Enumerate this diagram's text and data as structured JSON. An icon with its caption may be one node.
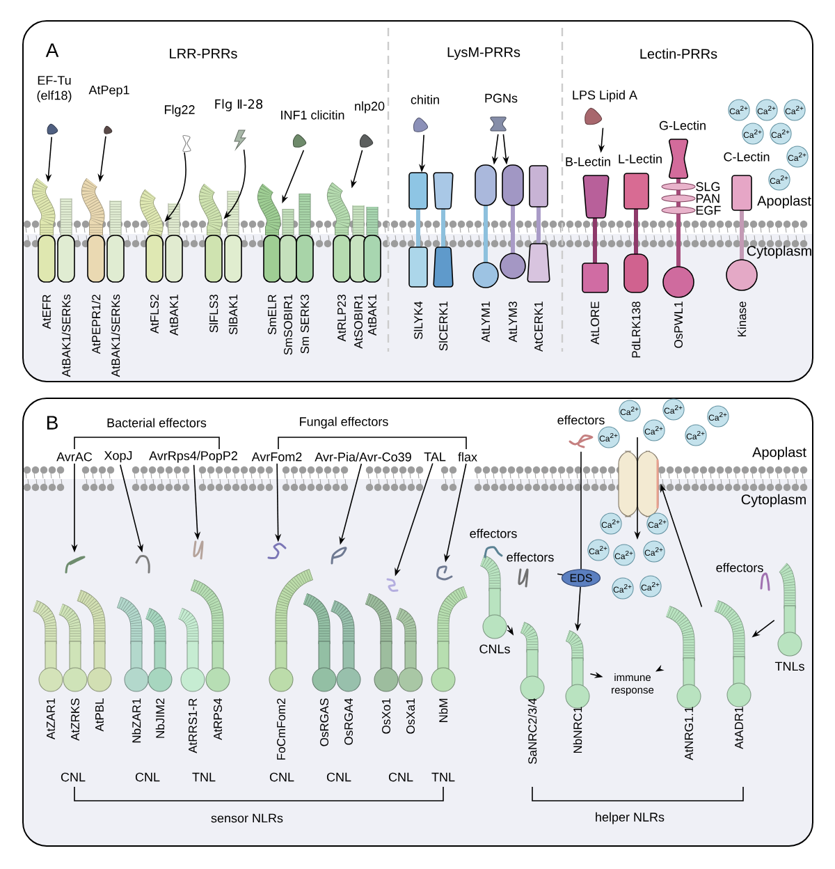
{
  "diagram": {
    "nodes": [
      {
        "text": [
          "A"
        ]
      },
      {
        "text": [
          "EF-Tu (elf18)"
        ],
        "in": 0
      },
      {
        "text": [
          "AtPep1"
        ],
        "in": 0
      },
      {
        "text": [
          "Flg22"
        ],
        "in": 0
      },
      {
        "text": [
          "Flg Ⅱ-28"
        ],
        "in": 0
      },
      {
        "text": [
          "INF1 clicitin"
        ],
        "in": 0
      },
      {
        "text": [
          "nlp20"
        ],
        "in": 0
      },
      {
        "text": [
          "chitin"
        ],
        "in": 0
      },
      {
        "text": [
          "PGNs"
        ],
        "in": 0
      },
      {
        "text": [
          "LPS Lipid A"
        ],
        "in": 0
      },
      {
        "text": [
          "AtEFR"
        ],
        "in": 0
      },
      {
        "text": [
          "AtBAK1/SERKs"
        ],
        "in": 0
      },
      {
        "text": [
          "AtPEPR1/2"
        ],
        "in": 0
      },
      {
        "text": [
          "AtBAK1/SERKs"
        ],
        "in": 0
      },
      {
        "text": [
          "AtFLS2"
        ],
        "in": 0
      },
      {
        "text": [
          "AtBAK1"
        ],
        "in": 0
      },
      {
        "text": [
          "SlFLS3"
        ],
        "in": 0
      },
      {
        "text": [
          "SlBAK1"
        ],
        "in": 0
      },
      {
        "text": [
          "SmELR"
        ],
        "in": 0
      },
      {
        "text": [
          "SmSOBIR1"
        ],
        "in": 0
      },
      {
        "text": [
          "Sm SERK3"
        ],
        "in": 0
      },
      {
        "text": [
          "AtRLP23"
        ],
        "in": 0
      },
      {
        "text": [
          "AtSOBIR1"
        ],
        "in": 0
      },
      {
        "text": [
          "AtBAK1"
        ],
        "in": 0
      },
      {
        "text": [
          "SlLYK4"
        ],
        "in": 0
      },
      {
        "text": [
          "SlCERK1"
        ],
        "in": 0
      },
      {
        "text": [
          "AtLYM1"
        ],
        "in": 0
      },
      {
        "text": [
          "AtLYM3"
        ],
        "in": 0
      },
      {
        "text": [
          "AtCERK1"
        ],
        "in": 0
      },
      {
        "text": [
          "B-Lectin",
          "AtLORE"
        ],
        "in": 0
      },
      {
        "text": [
          "L-Lectin",
          "PdLRK138"
        ],
        "in": 0
      },
      {
        "text": [
          "G-Lectin",
          "SLG",
          "PAN",
          "EGF",
          "OsPWL1"
        ],
        "in": 0
      },
      {
        "text": [
          "C-Lectin",
          "Kinase"
        ],
        "in": 0
      },
      {
        "text": [
          "B"
        ]
      },
      {
        "text": [
          "AvrAC"
        ],
        "in": 33
      },
      {
        "text": [
          "XopJ"
        ],
        "in": 33
      },
      {
        "text": [
          "AvrRps4/PopP2"
        ],
        "in": 33
      },
      {
        "text": [
          "AvrFom2"
        ],
        "in": 33
      },
      {
        "text": [
          "Avr-Pia/Avr-Co39"
        ],
        "in": 33
      },
      {
        "text": [
          "TAL"
        ],
        "in": 33
      },
      {
        "text": [
          "flax"
        ],
        "in": 33
      },
      {
        "text": [],
        "shape": "picture",
        "in": 33
      },
      {
        "text": [],
        "shape": "picture",
        "in": 33
      },
      {
        "text": [],
        "shape": "picture",
        "in": 33
      },
      {
        "text": [],
        "shape": "picture",
        "in": 33
      },
      {
        "text": [],
        "shape": "picture",
        "in": 33
      },
      {
        "text": [],
        "shape": "picture",
        "in": 33
      },
      {
        "text": [],
        "shape": "picture",
        "in": 33
      },
      {
        "text": [
          "AtZAR1"
        ],
        "in": 33
      },
      {
        "text": [
          "AtZRKS"
        ],
        "in": 33
      },
      {
        "text": [
          "AtPBL"
        ],
        "in": 33
      },
      {
        "text": [
          "NbZAR1"
        ],
        "in": 33
      },
      {
        "text": [
          "NbJIM2"
        ],
        "in": 33
      },
      {
        "text": [
          "AtRRS1-R"
        ],
        "in": 33
      },
      {
        "text": [
          "AtRPS4"
        ],
        "in": 33
      },
      {
        "text": [
          "FoCmFom2"
        ],
        "in": 33
      },
      {
        "text": [
          "OsRGAS"
        ],
        "in": 33
      },
      {
        "text": [
          "OsRGA4"
        ],
        "in": 33
      },
      {
        "text": [
          "OsXo1"
        ],
        "in": 33
      },
      {
        "text": [
          "OsXa1"
        ],
        "in": 33
      },
      {
        "text": [
          "NbM"
        ],
        "in": 33
      },
      {
        "text": [
          "effectors"
        ],
        "in": 33
      },
      {
        "text": [],
        "shape": "picture",
        "in": 33
      },
      {
        "text": [
          "CNLs"
        ],
        "in": 33
      },
      {
        "text": [
          "effectors"
        ],
        "in": 33
      },
      {
        "text": [
          "EDS"
        ],
        "in": 33
      },
      {
        "text": [
          "SaNRC2/3/4"
        ],
        "in": 33
      },
      {
        "text": [
          "NbNRC1"
        ],
        "in": 33
      },
      {
        "text": [
          "immune response"
        ],
        "in": 33
      },
      {
        "text": [
          "AtNRG1.1"
        ],
        "in": 33
      },
      {
        "text": [
          "AtADR1"
        ],
        "in": 33
      },
      {
        "text": [
          "TNLs"
        ],
        "in": 33
      }
    ],
    "edges": [
      {
        "from": 1,
        "to": 10,
        "arrow": "to"
      },
      {
        "from": 2,
        "to": 12,
        "arrow": "to"
      },
      {
        "from": 3,
        "to": 14,
        "arrow": "to"
      },
      {
        "from": 4,
        "to": 16,
        "arrow": "to"
      },
      {
        "from": 5,
        "to": 18,
        "arrow": "to"
      },
      {
        "from": 6,
        "to": 21,
        "arrow": "to"
      },
      {
        "from": 7,
        "to": 24,
        "arrow": "to"
      },
      {
        "from": 8,
        "to": 26,
        "arrow": "to"
      },
      {
        "from": 8,
        "to": 27,
        "arrow": "to"
      },
      {
        "from": 9,
        "to": 29,
        "arrow": "to"
      },
      {
        "from": 34,
        "to": 41,
        "arrow": "to"
      },
      {
        "from": 35,
        "to": 42,
        "arrow": "to"
      },
      {
        "from": 36,
        "to": 43,
        "arrow": "to"
      },
      {
        "from": 37,
        "to": 44,
        "arrow": "to"
      },
      {
        "from": 38,
        "to": 45,
        "arrow": "to"
      },
      {
        "from": 39,
        "to": 46,
        "arrow": "to"
      },
      {
        "from": 40,
        "to": 47,
        "arrow": "to"
      },
      {
        "from": 61,
        "to": 65,
        "arrow": "none"
      },
      {
        "from": 64,
        "to": 65,
        "arrow": "none"
      },
      {
        "from": 65,
        "to": 67,
        "arrow": "to"
      },
      {
        "from": 63,
        "to": 66,
        "arrow": "to"
      },
      {
        "from": 67,
        "to": 68,
        "arrow": "to"
      },
      {
        "from": 69,
        "to": 68,
        "arrow": "to"
      },
      {
        "from": 71,
        "to": 70,
        "arrow": "to"
      },
      {
        "from": 69,
        "to": 62,
        "arrow": "to"
      }
    ],
    "labels": [
      "LRR-PRRs",
      "LysM-PRRs",
      "Lectin-PRRs",
      "Ca$^{2+}$",
      "Ca$^{2+}$",
      "Ca$^{2+}$",
      "Ca$^{2+}$",
      "Ca$^{2+}$",
      "Ca$^{2+}$",
      "Ca$^{2+}$",
      "Apoplast",
      "Cytoplasm",
      "Bacterial effectors",
      "Fungal effectors",
      "Ca$^{2+}$",
      "Ca$^{2+}$",
      "Ca$^{2+}$",
      "Ca$^{2+}$",
      "Ca$^{2+}$",
      "Ca$^{2+}$",
      "Apoplast",
      "Cytoplasm",
      "Ca$^{2+}$",
      "Ca$^{2+}$",
      "Ca$^{2+}$",
      "Ca$^{2+}$",
      "Ca$^{2+}$",
      "Ca$^{2+}$",
      "Ca$^{2+}$",
      "effectors",
      "effectors",
      "CNL",
      "CNL",
      "TNL",
      "CNL",
      "CNL",
      "CNL",
      "TNL",
      "sensor NLRs",
      "helper NLRs"
    ]
  }
}
